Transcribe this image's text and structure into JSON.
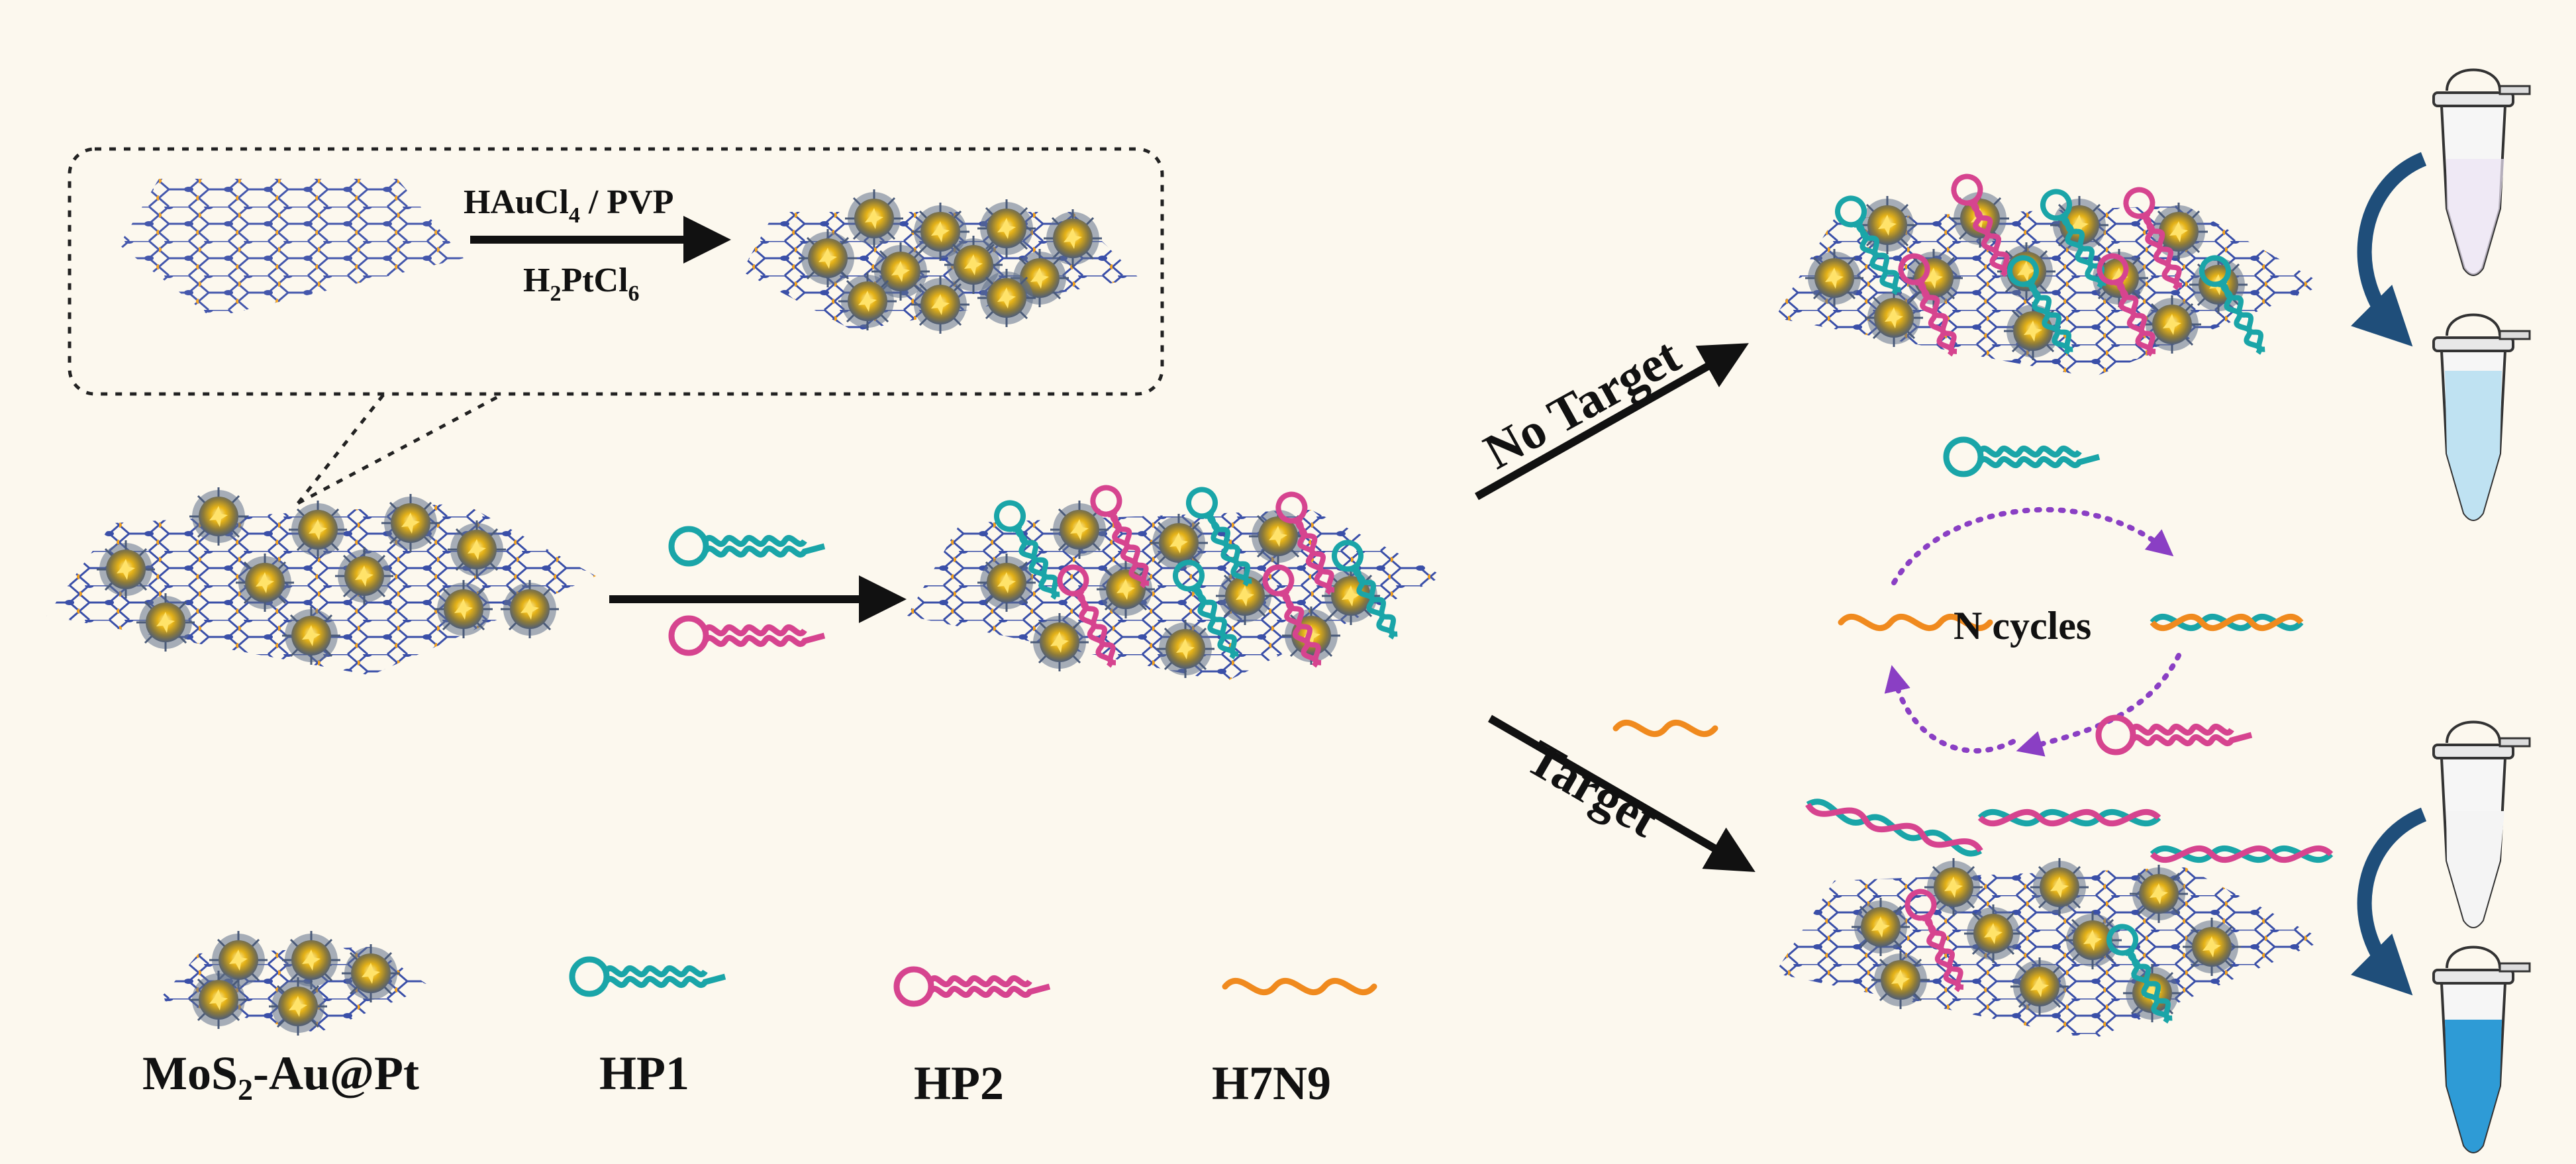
{
  "reagents": {
    "line1": "HAuCl",
    "line1_sub": "4",
    "line1_tail": " / PVP",
    "line2_pre": "H",
    "line2_sub1": "2",
    "line2_mid": "PtCl",
    "line2_sub2": "6"
  },
  "paths": {
    "no_target": "No Target",
    "target": "Target",
    "cycle": "N cycles"
  },
  "legend": {
    "material_pre": "MoS",
    "material_sub": "2",
    "material_post": "-Au@Pt",
    "hp1": "HP1",
    "hp2": "HP2",
    "h7n9": "H7N9"
  },
  "colors": {
    "background": "#fcf8ee",
    "hp1": "#1aa5a8",
    "hp2": "#d6448f",
    "h7n9": "#f08a1e",
    "cycle_arrow": "#8a3fc4",
    "lattice": "#3a4fa8",
    "node_orange": "#f0a020",
    "particle_core": "#e6b317",
    "particle_shell": "#5e6f8a",
    "tube_liquid_pale": "#d4e9f3",
    "tube_liquid_blue": "#2e9bd6",
    "curved_arrow": "#1f4e7a"
  }
}
